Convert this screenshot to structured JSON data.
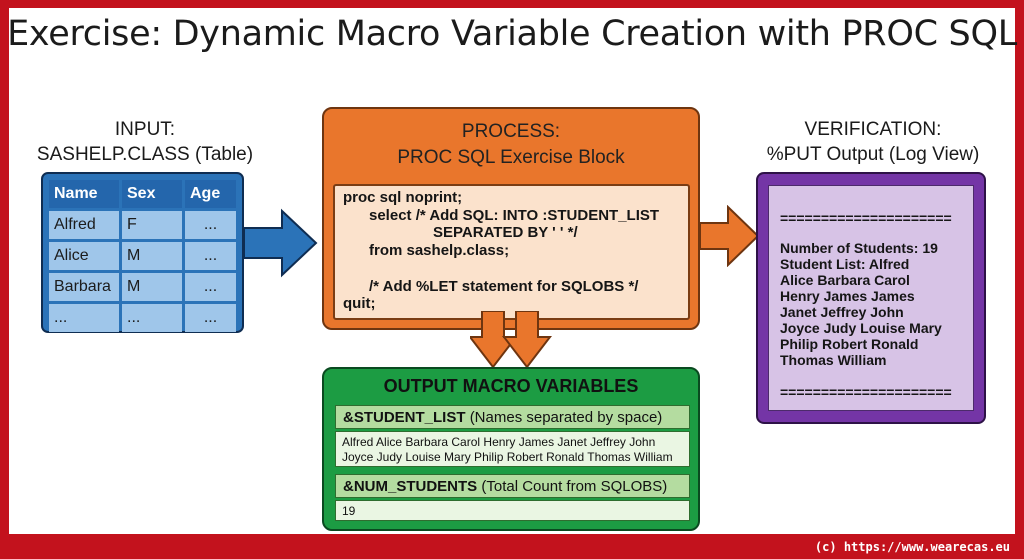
{
  "title": "Exercise: Dynamic Macro Variable Creation with PROC SQL",
  "input": {
    "title_line1": "INPUT:",
    "title_line2": "SASHELP.CLASS (Table)",
    "columns": [
      "Name",
      "Sex",
      "Age"
    ],
    "rows": [
      [
        "Alfred",
        "F",
        "..."
      ],
      [
        "Alice",
        "M",
        "..."
      ],
      [
        "Barbara",
        "M",
        "..."
      ],
      [
        "...",
        "...",
        "..."
      ]
    ]
  },
  "process": {
    "title_line1": "PROCESS:",
    "title_line2": "PROC SQL Exercise Block",
    "code": [
      "proc sql noprint;",
      "select /* Add SQL: INTO :STUDENT_LIST",
      "SEPARATED BY ' ' */",
      "from sashelp.class;",
      "/* Add %LET statement for SQLOBS */",
      "quit;"
    ]
  },
  "verification": {
    "title_line1": "VERIFICATION:",
    "title_line2": "%PUT Output (Log View)",
    "log": [
      "=====================",
      "Number of Students: 19",
      "Student List: Alfred",
      "Alice Barbara Carol",
      "Henry James James",
      "Janet Jeffrey John",
      "Joyce Judy Louise Mary",
      "Philip Robert Ronald",
      "Thomas William",
      "====================="
    ]
  },
  "output": {
    "title": "OUTPUT MACRO VARIABLES",
    "vars": [
      {
        "name": "&STUDENT_LIST",
        "desc": "(Names separated by space)",
        "value_line1": "Alfred Alice Barbara Carol Henry James Janet Jeffrey John",
        "value_line2": "Joyce Judy Louise Mary Philip Robert Ronald Thomas William"
      },
      {
        "name": "&NUM_STUDENTS",
        "desc": "(Total Count from SQLOBS)",
        "value_line1": "19"
      }
    ]
  },
  "footer": "(c) https://www.wearecas.eu",
  "colors": {
    "frame": "#c3121d",
    "input": "#2b73b8",
    "process": "#e9762c",
    "output": "#1c9c43",
    "verification": "#7435a6"
  }
}
